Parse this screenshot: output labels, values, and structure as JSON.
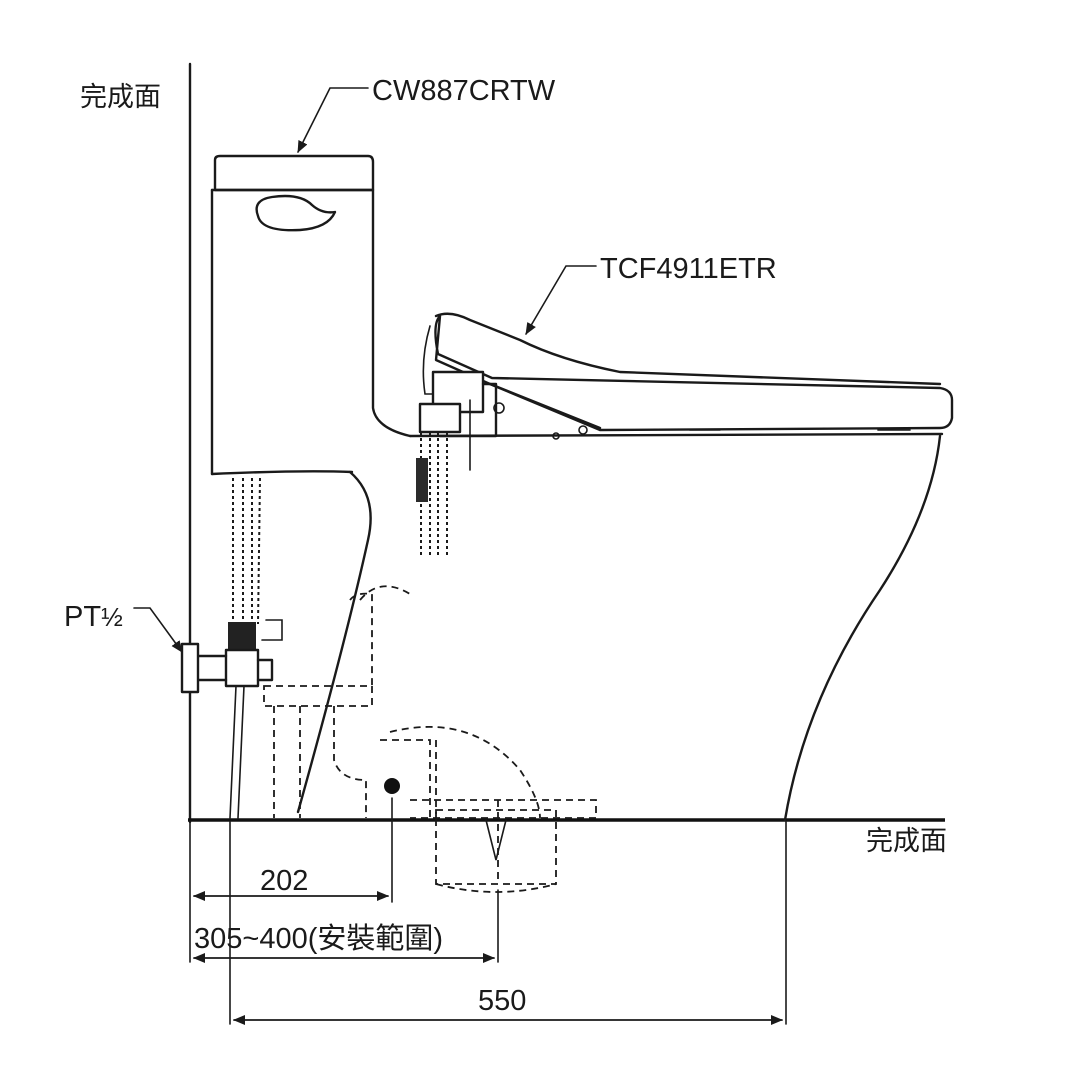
{
  "labels": {
    "finished_surface_wall": "完成面",
    "finished_surface_floor": "完成面",
    "toilet_model": "CW887CRTW",
    "seat_model": "TCF4911ETR",
    "supply_thread_prefix": "PT",
    "supply_thread_fraction": "½"
  },
  "dimensions": {
    "rough_in": "202",
    "install_range": "305~400(安裝範圍)",
    "total_depth": "550"
  }
}
